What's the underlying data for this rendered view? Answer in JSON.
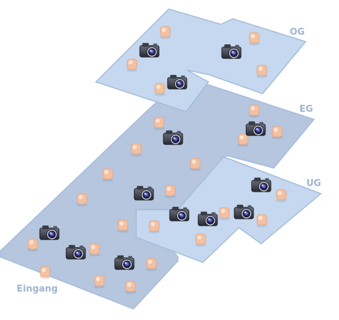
{
  "floors": [
    {
      "id": "og",
      "label": "OG"
    },
    {
      "id": "eg",
      "label": "EG"
    },
    {
      "id": "ug",
      "label": "UG"
    }
  ],
  "entrance": {
    "label": "Eingang"
  },
  "colors": {
    "floor_og": "#c5d8ef",
    "floor_eg": "#b6c6df",
    "floor_ug": "#c5d8ef",
    "floor_edge": "#a3bbdb",
    "label": "#9fb4cf",
    "poi_icon": "#f2c1a2"
  },
  "cameras": [
    {
      "floor": "og",
      "icon": "camera-icon"
    },
    {
      "floor": "og",
      "icon": "camera-icon"
    },
    {
      "floor": "og",
      "icon": "camera-icon"
    },
    {
      "floor": "eg",
      "icon": "camera-icon"
    },
    {
      "floor": "eg",
      "icon": "camera-icon"
    },
    {
      "floor": "eg",
      "icon": "camera-icon"
    },
    {
      "floor": "eg",
      "icon": "camera-icon"
    },
    {
      "floor": "eg",
      "icon": "camera-icon"
    },
    {
      "floor": "eg",
      "icon": "camera-icon"
    },
    {
      "floor": "ug",
      "icon": "camera-icon"
    },
    {
      "floor": "ug",
      "icon": "camera-icon"
    },
    {
      "floor": "ug",
      "icon": "camera-icon"
    },
    {
      "floor": "entrance",
      "icon": "camera-icon"
    }
  ],
  "poi_icons": [
    {
      "floor": "og",
      "icon": "gift-bag-icon"
    },
    {
      "floor": "og",
      "icon": "ice-cream-icon"
    },
    {
      "floor": "og",
      "icon": "toy-car-icon"
    },
    {
      "floor": "og",
      "icon": "people-icon"
    },
    {
      "floor": "og",
      "icon": "person-icon"
    },
    {
      "floor": "eg",
      "icon": "bag-icon"
    },
    {
      "floor": "eg",
      "icon": "shoe-icon"
    },
    {
      "floor": "eg",
      "icon": "people-icon"
    },
    {
      "floor": "eg",
      "icon": "ladybug-icon"
    },
    {
      "floor": "eg",
      "icon": "cake-icon"
    },
    {
      "floor": "eg",
      "icon": "gift-box-icon"
    },
    {
      "floor": "eg",
      "icon": "car-icon"
    },
    {
      "floor": "eg",
      "icon": "shirt-icon"
    },
    {
      "floor": "eg",
      "icon": "gear-icon"
    },
    {
      "floor": "eg",
      "icon": "donut-icon"
    },
    {
      "floor": "eg",
      "icon": "joystick-icon"
    },
    {
      "floor": "eg",
      "icon": "speech-icon"
    },
    {
      "floor": "eg",
      "icon": "phone-icon"
    },
    {
      "floor": "eg",
      "icon": "easel-icon"
    },
    {
      "floor": "eg",
      "icon": "robot-icon"
    },
    {
      "floor": "eg",
      "icon": "picture-icon"
    },
    {
      "floor": "ug",
      "icon": "boxes-icon"
    },
    {
      "floor": "ug",
      "icon": "wrench-icon"
    },
    {
      "floor": "ug",
      "icon": "person-icon"
    },
    {
      "floor": "ug",
      "icon": "truck-icon"
    },
    {
      "floor": "ug",
      "icon": "fish-icon"
    }
  ]
}
